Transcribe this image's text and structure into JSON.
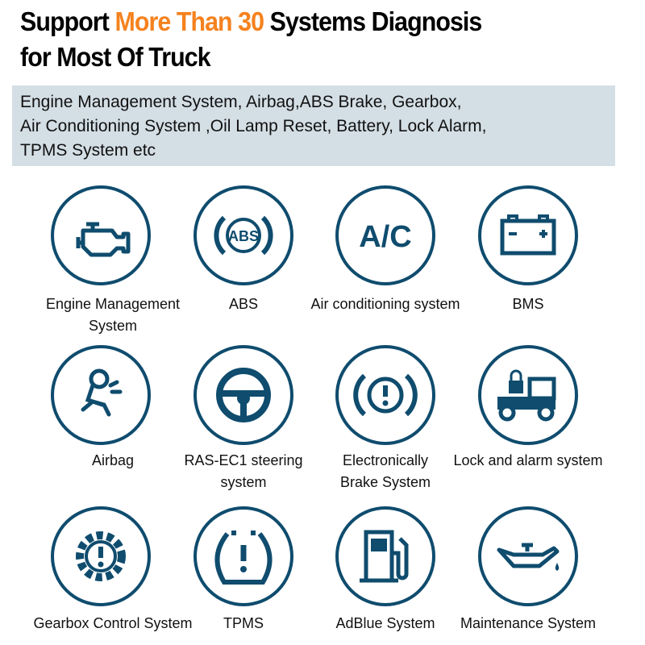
{
  "title": {
    "line1_pre": "Support ",
    "line1_highlight": "More Than 30",
    "line1_post": " Systems Diagnosis",
    "line2": "for Most Of Truck"
  },
  "description": [
    "Engine Management System, Airbag,ABS Brake, Gearbox,",
    "Air Conditioning System ,Oil Lamp Reset, Battery, Lock Alarm,",
    "TPMS System etc"
  ],
  "colors": {
    "accent": "#f5821f",
    "icon": "#0f4c6e",
    "band": "#d4dee5"
  },
  "systems": [
    {
      "icon": "engine-icon",
      "label": "Engine Management System"
    },
    {
      "icon": "abs-icon",
      "label": "ABS",
      "icon_text": "ABS"
    },
    {
      "icon": "ac-icon",
      "label": "Air conditioning system",
      "icon_text": "A/C"
    },
    {
      "icon": "battery-icon",
      "label": "BMS"
    },
    {
      "icon": "airbag-icon",
      "label": "Airbag"
    },
    {
      "icon": "steering-wheel-icon",
      "label": "RAS-EC1 steering system"
    },
    {
      "icon": "brake-warning-icon",
      "label": "Electronically Brake System"
    },
    {
      "icon": "truck-lock-icon",
      "label": "Lock and alarm system"
    },
    {
      "icon": "gear-warning-icon",
      "label": "Gearbox Control System"
    },
    {
      "icon": "tpms-icon",
      "label": "TPMS"
    },
    {
      "icon": "fuel-pump-icon",
      "label": "AdBlue System"
    },
    {
      "icon": "oil-can-icon",
      "label": "Maintenance System"
    }
  ]
}
